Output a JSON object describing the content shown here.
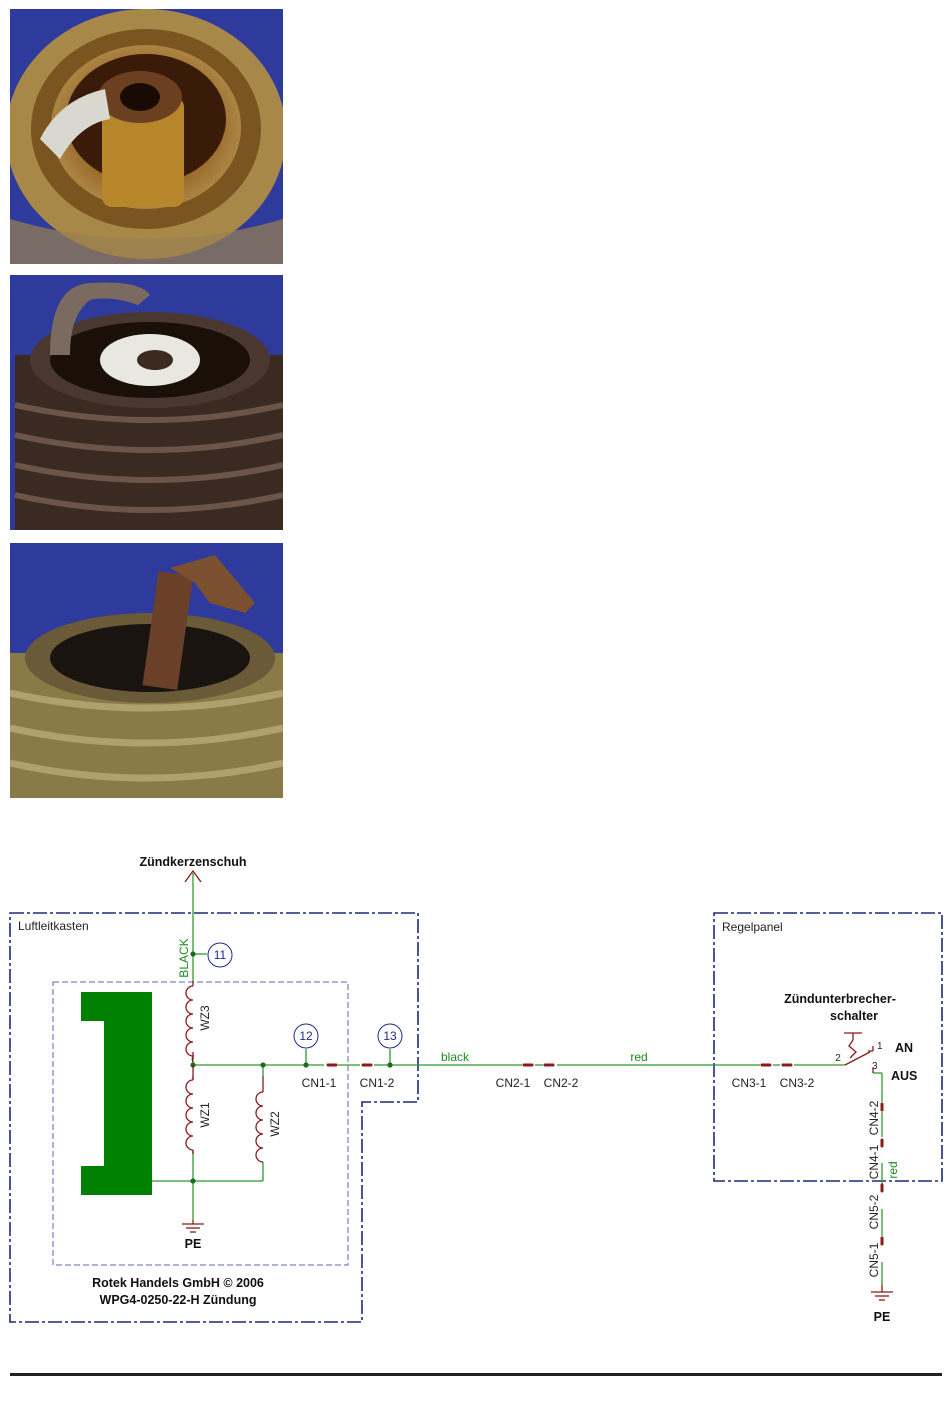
{
  "photos": [
    {
      "alt": "spark-plug-photo-1"
    },
    {
      "alt": "spark-plug-photo-2"
    },
    {
      "alt": "spark-plug-photo-3"
    }
  ],
  "schematic": {
    "top_label": "Zündkerzenschuh",
    "box_left_title": "Luftleitkasten",
    "box_right_title": "Regelpanel",
    "wire_black_vertical": "BLACK",
    "coil_labels": [
      "WZ3",
      "WZ1",
      "WZ2"
    ],
    "node_numbers": [
      "11",
      "12",
      "13"
    ],
    "connectors": [
      "CN1-1",
      "CN1-2",
      "CN2-1",
      "CN2-2",
      "CN3-1",
      "CN3-2"
    ],
    "vertical_connectors": [
      "CN4-2",
      "CN4-1",
      "CN5-2",
      "CN5-1"
    ],
    "wire_black": "black",
    "wire_red": "red",
    "wire_red_vertical": "red",
    "switch_title_line1": "Zündunterbrecher-",
    "switch_title_line2": "schalter",
    "switch_pins": [
      "1",
      "2",
      "3"
    ],
    "switch_on": "AN",
    "switch_off": "AUS",
    "ground_left": "PE",
    "ground_right": "PE",
    "footer_line1": "Rotek Handels GmbH © 2006",
    "footer_line2": "WPG4-0250-22-H Zündung"
  },
  "colors": {
    "wire_green": "#2e9a2e",
    "component_dark_red": "#8b1a1a",
    "frame_navy": "#1c2a7a",
    "inner_dash": "#5a6ab0",
    "magnet_green": "#008000",
    "photo_blue": "#2e3a9c"
  }
}
